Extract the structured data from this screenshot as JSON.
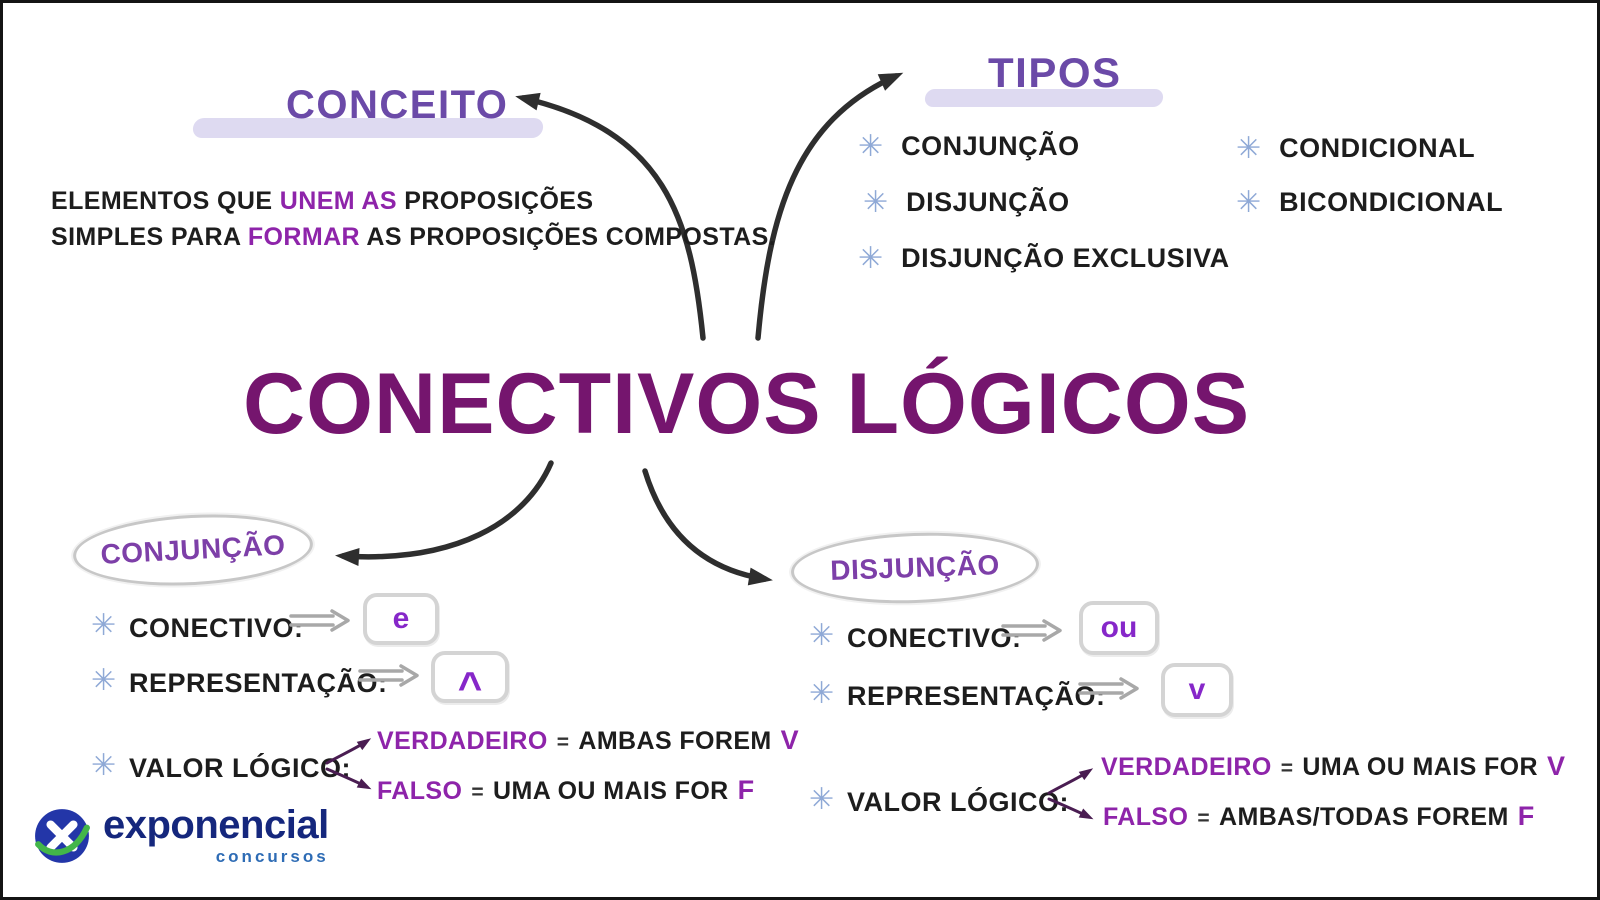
{
  "title": "CONECTIVOS LÓGICOS",
  "icons": {
    "bullet": "✳"
  },
  "conceito": {
    "heading": "CONCEITO",
    "line1": [
      {
        "text": "ELEMENTOS QUE "
      },
      {
        "text": "UNEM AS"
      },
      {
        "text": " PROPOSIÇÕES"
      }
    ],
    "line2": [
      {
        "text": "SIMPLES PARA "
      },
      {
        "text": "FORMAR"
      },
      {
        "text": " AS PROPOSIÇÕES COMPOSTAS."
      }
    ]
  },
  "tipos": {
    "heading": "TIPOS",
    "left_items": [
      "CONJUNÇÃO",
      "DISJUNÇÃO",
      "DISJUNÇÃO EXCLUSIVA"
    ],
    "right_items": [
      "CONDICIONAL",
      "BICONDICIONAL"
    ]
  },
  "conjuncao": {
    "heading": "CONJUNÇÃO",
    "rows": {
      "conectivo_label": "CONECTIVO:",
      "conectivo_value": "e",
      "representacao_label": "REPRESENTAÇÃO:",
      "representacao_value": "^",
      "valor_label": "VALOR LÓGICO:"
    },
    "verdadeiro": {
      "name": "VERDADEIRO",
      "eq": "=",
      "desc": "AMBAS FOREM",
      "letter": "V"
    },
    "falso": {
      "name": "FALSO",
      "eq": "=",
      "desc": "UMA OU MAIS FOR",
      "letter": "F"
    }
  },
  "disjuncao": {
    "heading": "DISJUNÇÃO",
    "rows": {
      "conectivo_label": "CONECTIVO:",
      "conectivo_value": "ou",
      "representacao_label": "REPRESENTAÇÃO:",
      "representacao_value": "v",
      "valor_label": "VALOR LÓGICO:"
    },
    "verdadeiro": {
      "name": "VERDADEIRO",
      "eq": "=",
      "desc": "UMA OU MAIS FOR",
      "letter": "V"
    },
    "falso": {
      "name": "FALSO",
      "eq": "=",
      "desc": "AMBAS/TODAS FOREM",
      "letter": "F"
    }
  },
  "logo": {
    "brand": "exponencial",
    "sub": "concursos"
  },
  "colors": {
    "title": "#75156e",
    "heading": "#6b4aa8",
    "accent": "#8e24aa",
    "connective": "#8627c9",
    "bullet": "#8fa9d6",
    "highlight": "#d8d4ef",
    "arrow": "#2e2e2e"
  }
}
